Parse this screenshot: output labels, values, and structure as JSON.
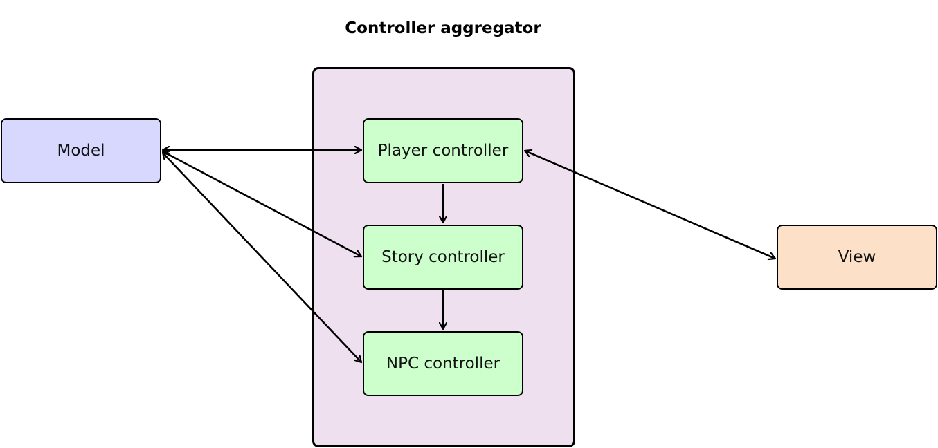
{
  "title": "Controller aggregator",
  "nodes": {
    "model": "Model",
    "player": "Player controller",
    "story": "Story controller",
    "npc": "NPC controller",
    "view": "View"
  },
  "colors": {
    "aggregator_fill": "#efe0ef",
    "model_fill": "#d8d8ff",
    "controller_fill": "#ccffcc",
    "view_fill": "#fde0c8",
    "stroke": "#000000"
  },
  "edges": [
    {
      "from": "model",
      "to": "player",
      "direction": "both"
    },
    {
      "from": "model",
      "to": "story",
      "direction": "both"
    },
    {
      "from": "model",
      "to": "npc",
      "direction": "both"
    },
    {
      "from": "player",
      "to": "story",
      "direction": "forward"
    },
    {
      "from": "story",
      "to": "npc",
      "direction": "forward"
    },
    {
      "from": "player",
      "to": "view",
      "direction": "both"
    }
  ]
}
